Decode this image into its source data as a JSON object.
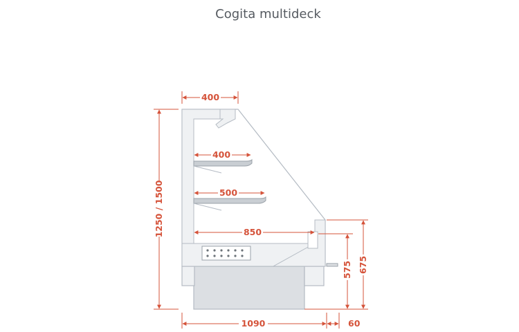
{
  "title": "Cogita multideck",
  "dimensions": {
    "top_width": "400",
    "upper_shelf": "400",
    "middle_shelf": "500",
    "base_depth": "850",
    "total_height": "1250 / 1500",
    "total_width": "1090",
    "front_offset": "60",
    "front_height_inner": "575",
    "front_height_outer": "675"
  },
  "colors": {
    "dimension": "#d5533a",
    "outline": "#b4bbc3",
    "panel_fill": "#eff1f3",
    "base_fill": "#dcdfe3",
    "shelf_fill": "#c9ced3"
  }
}
